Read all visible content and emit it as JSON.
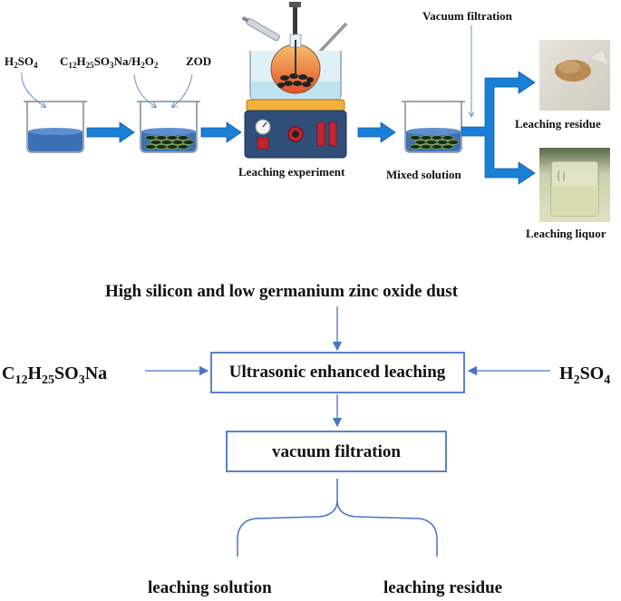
{
  "top": {
    "h2so4": {
      "main": "H",
      "sub1": "2",
      "mid": "SO",
      "sub2": "4"
    },
    "surfactant": {
      "c": "C",
      "s1": "12",
      "h": "H",
      "s2": "25",
      "so": "SO",
      "s3": "3",
      "na": "Na/H",
      "s4": "2",
      "o": "O",
      "s5": "2"
    },
    "zod": "ZOD",
    "vacuum_filtration": "Vacuum filtration",
    "leaching_experiment": "Leaching experiment",
    "mixed_solution": "Mixed solution",
    "leaching_residue": "Leaching residue",
    "leaching_liquor": "Leaching liquor"
  },
  "flow": {
    "feed": "High silicon and low germanium zinc oxide dust",
    "left_reagent": {
      "c": "C",
      "s1": "12",
      "h": "H",
      "s2": "25",
      "so": "SO",
      "s3": "3",
      "na": "Na"
    },
    "right_reagent": {
      "h": "H",
      "s1": "2",
      "so": "SO",
      "s2": "4"
    },
    "leach_box": "Ultrasonic enhanced leaching",
    "filter_box": "vacuum filtration",
    "out_left": "leaching solution",
    "out_right": "leaching residue"
  },
  "colors": {
    "arrow": "#1a7fd6",
    "line": "#4a74c4",
    "box": "#4a74c4",
    "water": "#3d6fb5"
  }
}
